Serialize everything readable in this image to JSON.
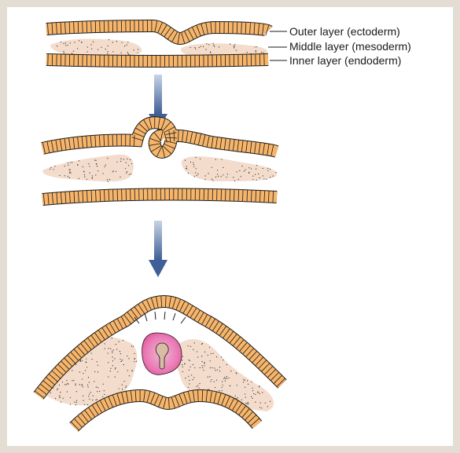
{
  "labels": {
    "outer": "Outer layer (ectoderm)",
    "middle": "Middle layer (mesoderm)",
    "inner": "Inner layer (endoderm)"
  },
  "colors": {
    "ectoderm_fill": "#f6b56a",
    "endoderm_fill": "#f6b56a",
    "mesoderm_fill": "#f3dccb",
    "stroke": "#1a1a1a",
    "arrow_top": "#c7d4e6",
    "arrow_bottom": "#3f5f96",
    "neural_tube_outer": "#e04f9a",
    "neural_tube_inner": "#f2b8d4",
    "neural_canal": "#d8bca3",
    "frame_border": "#e4ddd3"
  }
}
